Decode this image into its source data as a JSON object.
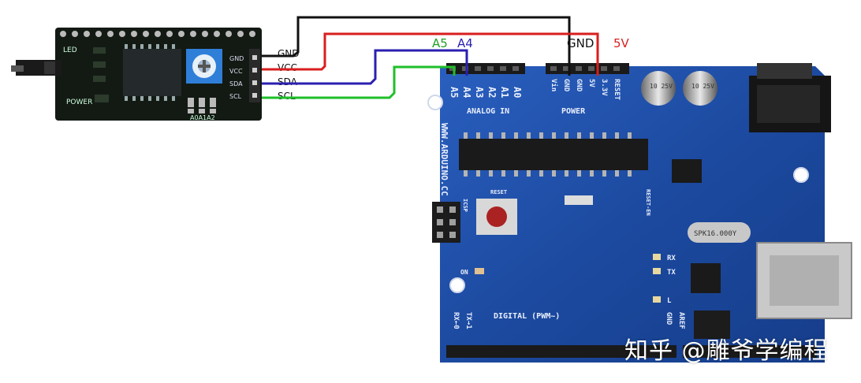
{
  "wire_labels": {
    "a5": "A5",
    "a4": "A4",
    "gnd": "GND",
    "v5": "5V"
  },
  "i2c_module": {
    "pins": [
      "GND",
      "VCC",
      "SDA",
      "SCL"
    ],
    "silk_pins": [
      "GND",
      "VCC",
      "SDA",
      "SCL"
    ],
    "led": "LED",
    "power": "POWER",
    "addr": "A0A1A2"
  },
  "arduino": {
    "analog_pins": [
      "A5",
      "A4",
      "A3",
      "A2",
      "A1",
      "A0"
    ],
    "analog_label": "ANALOG IN",
    "power_pins": [
      "Vin",
      "GND",
      "GND",
      "5V",
      "3.3V",
      "RESET"
    ],
    "power_label": "POWER",
    "url": "WWW.ARDUINO.CC",
    "reset": "RESET",
    "reset_en": "RESET-EN",
    "icsp": "ICSP",
    "on": "ON",
    "rx": "RX",
    "tx": "TX",
    "l": "L",
    "digital": "DIGITAL (PWM~)",
    "tx_arrow": "TX→1",
    "rx_arrow": "RX←0",
    "aref": "AREF",
    "gnd2": "GND",
    "crystal": "SPK16.000Y",
    "cap": "10 25V"
  },
  "watermark": "知乎 @雕爷学编程",
  "colors": {
    "gnd": "#111111",
    "vcc": "#d81e1e",
    "sda": "#2a1fb0",
    "scl": "#1fbf2a",
    "a5": "#22a022",
    "a4": "#2a1fb0",
    "board": "#1d4fa8"
  }
}
